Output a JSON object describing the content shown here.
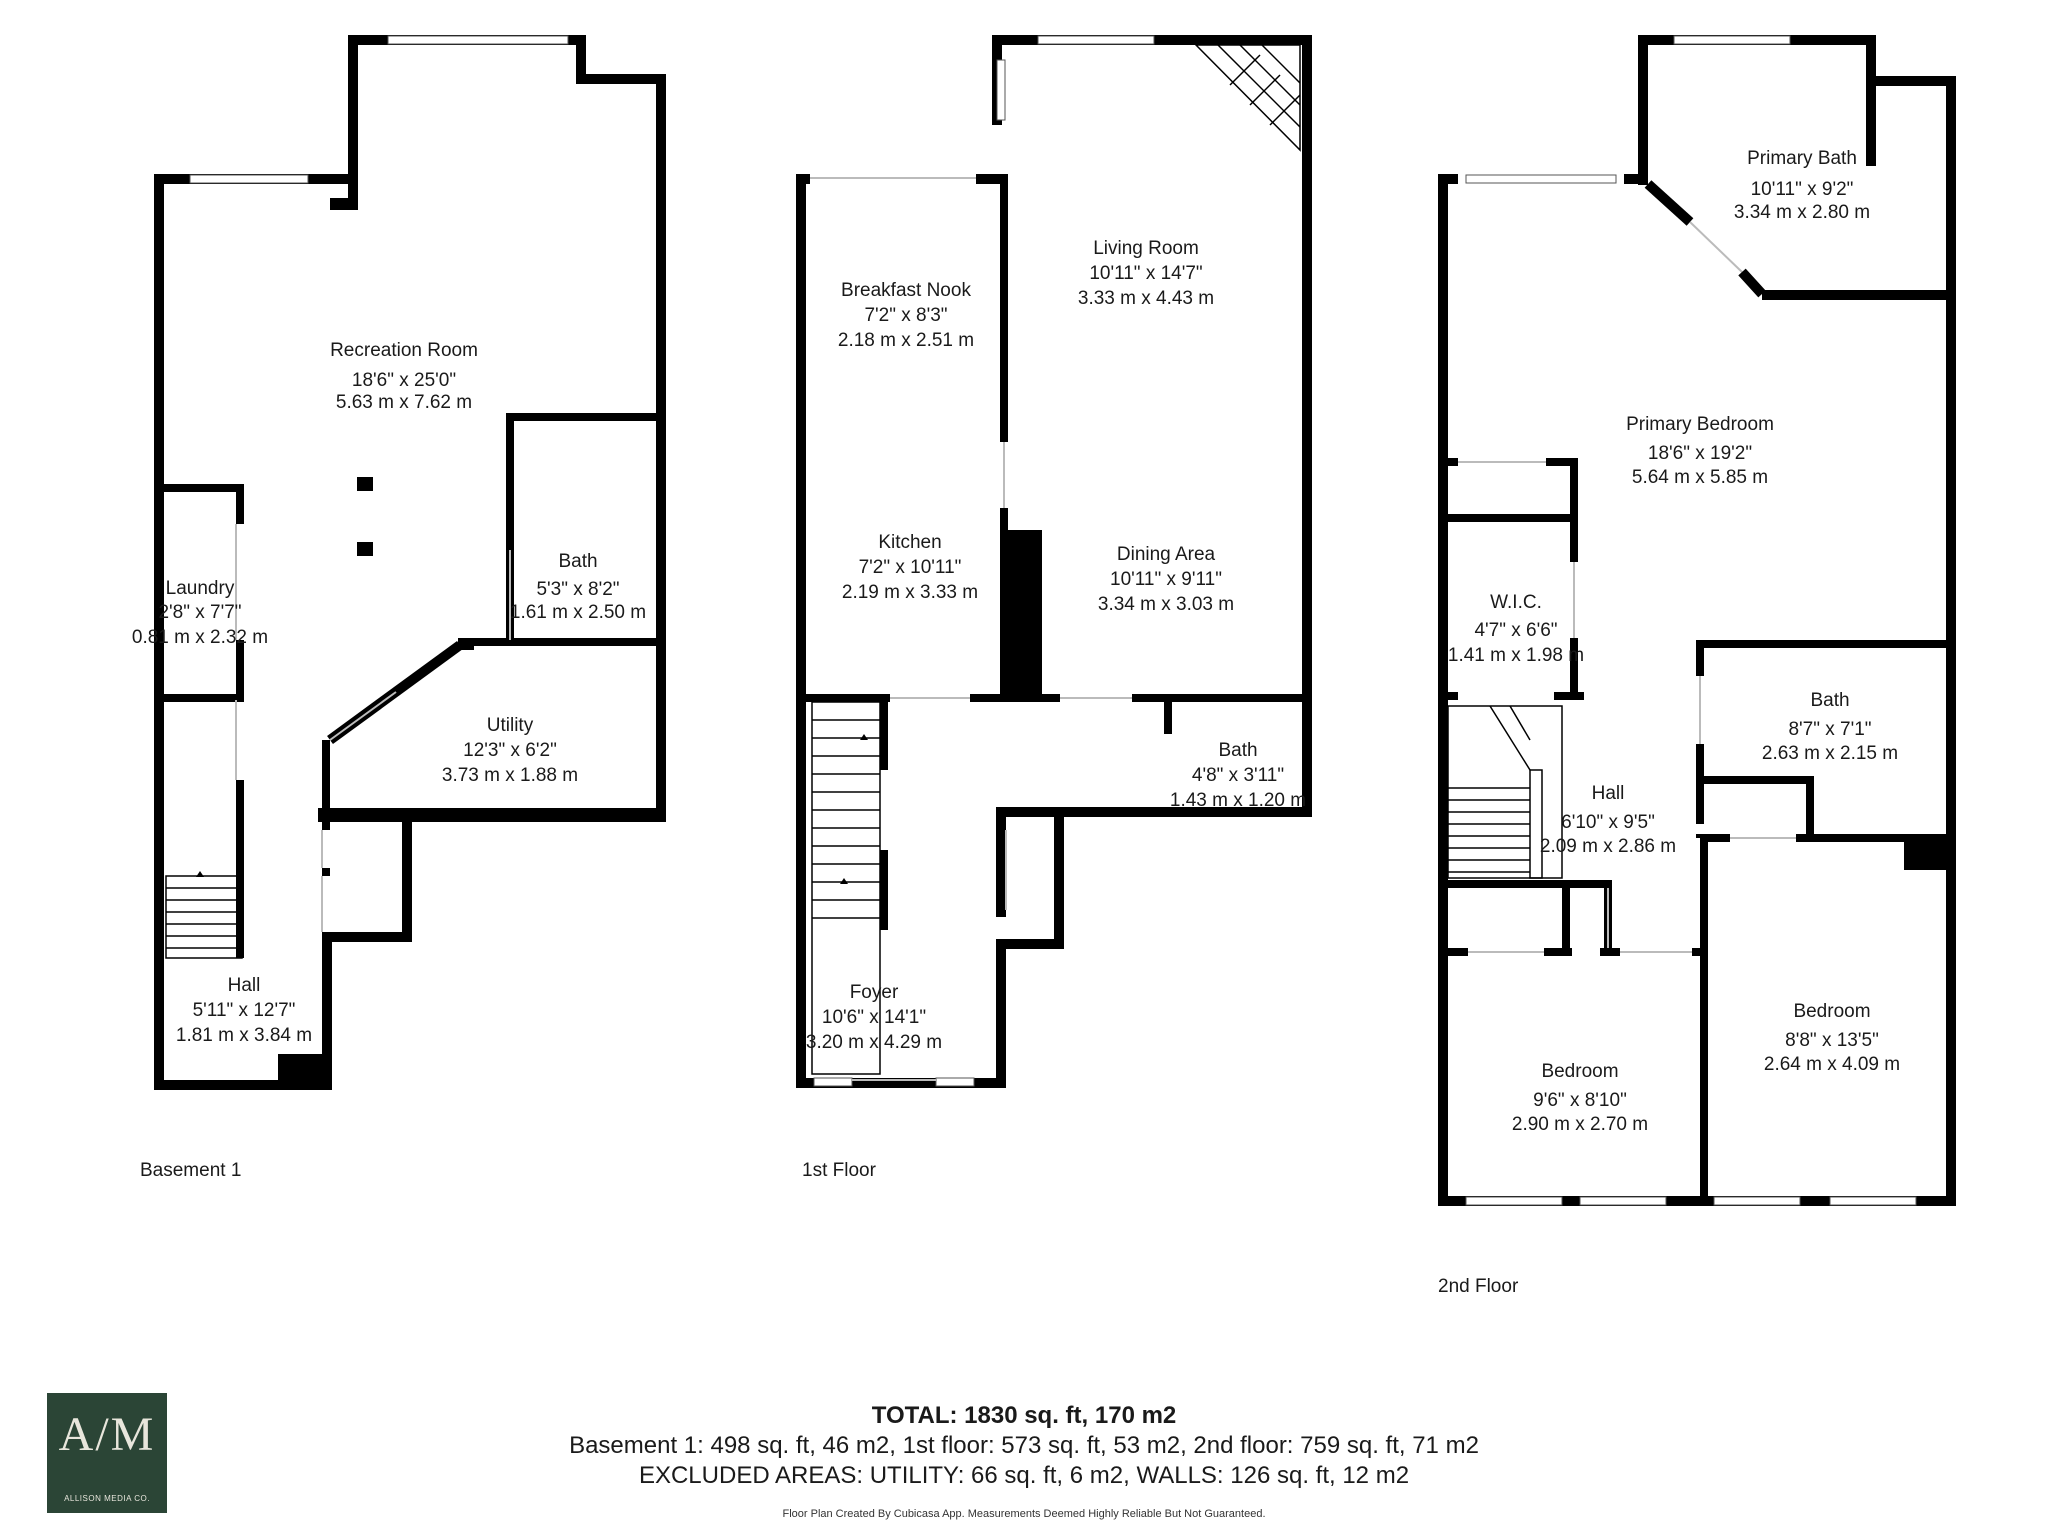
{
  "floors": [
    {
      "label": "Basement 1",
      "rooms": [
        {
          "name": "Recreation Room",
          "imperial": "18'6\" x 25'0\"",
          "metric": "5.63 m x 7.62 m"
        },
        {
          "name": "Bath",
          "imperial": "5'3\" x 8'2\"",
          "metric": "1.61 m x 2.50 m"
        },
        {
          "name": "Laundry",
          "imperial": "2'8\" x 7'7\"",
          "metric": "0.81 m x 2.32 m"
        },
        {
          "name": "Utility",
          "imperial": "12'3\" x 6'2\"",
          "metric": "3.73 m x 1.88 m"
        },
        {
          "name": "Hall",
          "imperial": "5'11\" x 12'7\"",
          "metric": "1.81 m x 3.84 m"
        }
      ]
    },
    {
      "label": "1st Floor",
      "rooms": [
        {
          "name": "Breakfast Nook",
          "imperial": "7'2\" x 8'3\"",
          "metric": "2.18 m x 2.51 m"
        },
        {
          "name": "Living Room",
          "imperial": "10'11\" x 14'7\"",
          "metric": "3.33 m x 4.43 m"
        },
        {
          "name": "Kitchen",
          "imperial": "7'2\" x 10'11\"",
          "metric": "2.19 m x 3.33 m"
        },
        {
          "name": "Dining Area",
          "imperial": "10'11\" x 9'11\"",
          "metric": "3.34 m x 3.03 m"
        },
        {
          "name": "Bath",
          "imperial": "4'8\" x 3'11\"",
          "metric": "1.43 m x 1.20 m"
        },
        {
          "name": "Foyer",
          "imperial": "10'6\" x 14'1\"",
          "metric": "3.20 m x 4.29 m"
        }
      ]
    },
    {
      "label": "2nd Floor",
      "rooms": [
        {
          "name": "Primary Bath",
          "imperial": "10'11\" x 9'2\"",
          "metric": "3.34 m x 2.80 m"
        },
        {
          "name": "Primary Bedroom",
          "imperial": "18'6\" x 19'2\"",
          "metric": "5.64 m x 5.85 m"
        },
        {
          "name": "W.I.C.",
          "imperial": "4'7\" x 6'6\"",
          "metric": "1.41 m x 1.98 m"
        },
        {
          "name": "Bath",
          "imperial": "8'7\" x 7'1\"",
          "metric": "2.63 m x 2.15 m"
        },
        {
          "name": "Hall",
          "imperial": "6'10\" x 9'5\"",
          "metric": "2.09 m x 2.86 m"
        },
        {
          "name": "Bedroom",
          "imperial": "8'8\" x 13'5\"",
          "metric": "2.64 m x 4.09 m"
        },
        {
          "name": "Bedroom",
          "imperial": "9'6\" x 8'10\"",
          "metric": "2.90 m x 2.70 m"
        }
      ]
    }
  ],
  "summary": {
    "total": "TOTAL: 1830 sq. ft, 170 m2",
    "areas": "Basement 1: 498 sq. ft, 46 m2, 1st floor: 573 sq. ft, 53 m2, 2nd floor: 759 sq. ft, 71 m2",
    "excluded": "EXCLUDED AREAS: UTILITY: 66 sq. ft, 6 m2, WALLS: 126 sq. ft, 12 m2",
    "disclaimer": "Floor Plan Created By Cubicasa App. Measurements Deemed Highly Reliable But Not Guaranteed."
  },
  "logo": {
    "monogram": "A/M",
    "brand": "ALLISON MEDIA CO."
  },
  "colors": {
    "wall": "#000000",
    "logo_bg": "#2b4536",
    "logo_text": "#e8e6dc"
  }
}
